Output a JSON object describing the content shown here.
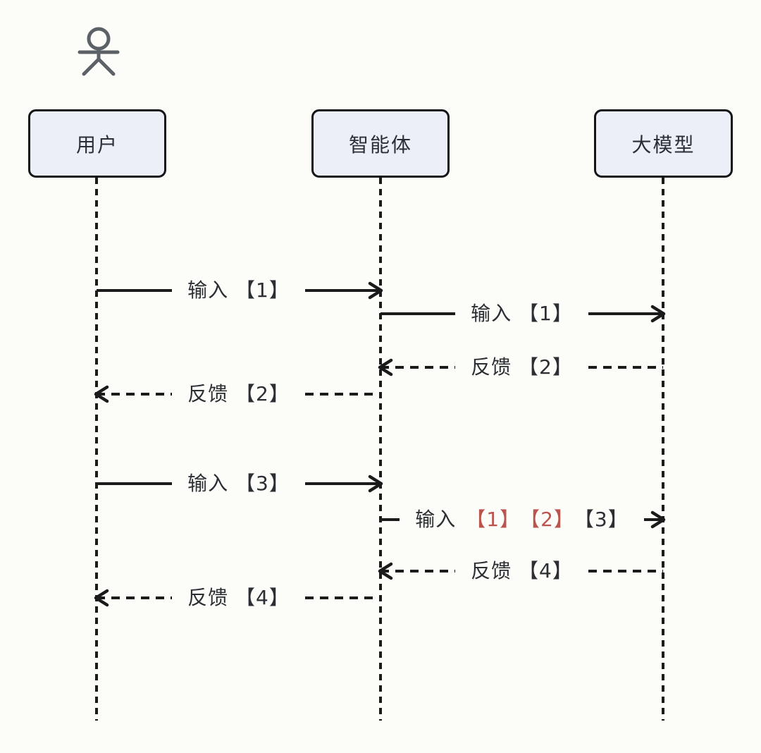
{
  "diagram": {
    "type": "sequence-diagram",
    "actors": [
      {
        "id": "user",
        "label": "用户"
      },
      {
        "id": "agent",
        "label": "智能体"
      },
      {
        "id": "llm",
        "label": "大模型"
      }
    ],
    "messages": [
      {
        "from": "用户",
        "to": "智能体",
        "line": "solid",
        "direction": "right",
        "label": "输入 【1】"
      },
      {
        "from": "智能体",
        "to": "大模型",
        "line": "solid",
        "direction": "right",
        "label": "输入 【1】"
      },
      {
        "from": "大模型",
        "to": "智能体",
        "line": "dashed",
        "direction": "left",
        "label": "反馈 【2】"
      },
      {
        "from": "智能体",
        "to": "用户",
        "line": "dashed",
        "direction": "left",
        "label": "反馈 【2】"
      },
      {
        "from": "用户",
        "to": "智能体",
        "line": "solid",
        "direction": "right",
        "label": "输入 【3】"
      },
      {
        "from": "智能体",
        "to": "大模型",
        "line": "solid",
        "direction": "right",
        "parts": [
          {
            "text": "输入",
            "color": "#2b2e33"
          },
          {
            "text": "【1】",
            "color": "#bb544f"
          },
          {
            "text": "【2】",
            "color": "#bb544f"
          },
          {
            "text": "【3】",
            "color": "#2b2e33"
          }
        ]
      },
      {
        "from": "大模型",
        "to": "智能体",
        "line": "dashed",
        "direction": "left",
        "label": "反馈 【4】"
      },
      {
        "from": "智能体",
        "to": "用户",
        "line": "dashed",
        "direction": "left",
        "label": "反馈 【4】"
      }
    ],
    "colors": {
      "background": "#fcfcf9",
      "line": "#1b1b1b",
      "box_fill": "#eceff8",
      "box_border": "#141517",
      "text": "#2b2e33",
      "highlight": "#bb544f",
      "actor": "#5c6167"
    }
  }
}
